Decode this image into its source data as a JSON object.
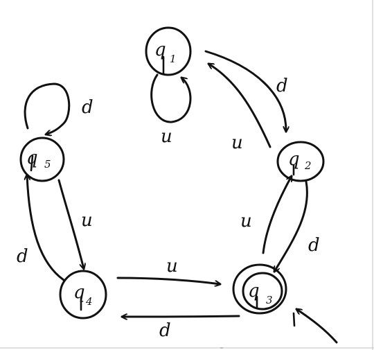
{
  "diagram": {
    "states": [
      {
        "id": "q1",
        "letter": "q",
        "index": "1",
        "accepting": false
      },
      {
        "id": "q2",
        "letter": "q",
        "index": "2",
        "accepting": false
      },
      {
        "id": "q3",
        "letter": "q",
        "index": "3",
        "accepting": true
      },
      {
        "id": "q4",
        "letter": "q",
        "index": "4",
        "accepting": false
      },
      {
        "id": "q5",
        "letter": "q",
        "index": "5",
        "accepting": false
      }
    ],
    "initial_state": "q3",
    "transitions": [
      {
        "id": "q1-q1",
        "from": "q1",
        "to": "q1",
        "label": "u"
      },
      {
        "id": "q1-q2",
        "from": "q1",
        "to": "q2",
        "label": "d"
      },
      {
        "id": "q2-q1",
        "from": "q2",
        "to": "q1",
        "label": "u"
      },
      {
        "id": "q3-q2",
        "from": "q3",
        "to": "q2",
        "label": "u"
      },
      {
        "id": "q2-q3",
        "from": "q2",
        "to": "q3",
        "label": "d"
      },
      {
        "id": "q4-q3",
        "from": "q4",
        "to": "q3",
        "label": "u"
      },
      {
        "id": "q3-q4",
        "from": "q3",
        "to": "q4",
        "label": "d"
      },
      {
        "id": "q5-q4",
        "from": "q5",
        "to": "q4",
        "label": "u"
      },
      {
        "id": "q4-q5",
        "from": "q4",
        "to": "q5",
        "label": "d"
      },
      {
        "id": "q5-q5",
        "from": "q5",
        "to": "q5",
        "label": "d"
      }
    ]
  }
}
